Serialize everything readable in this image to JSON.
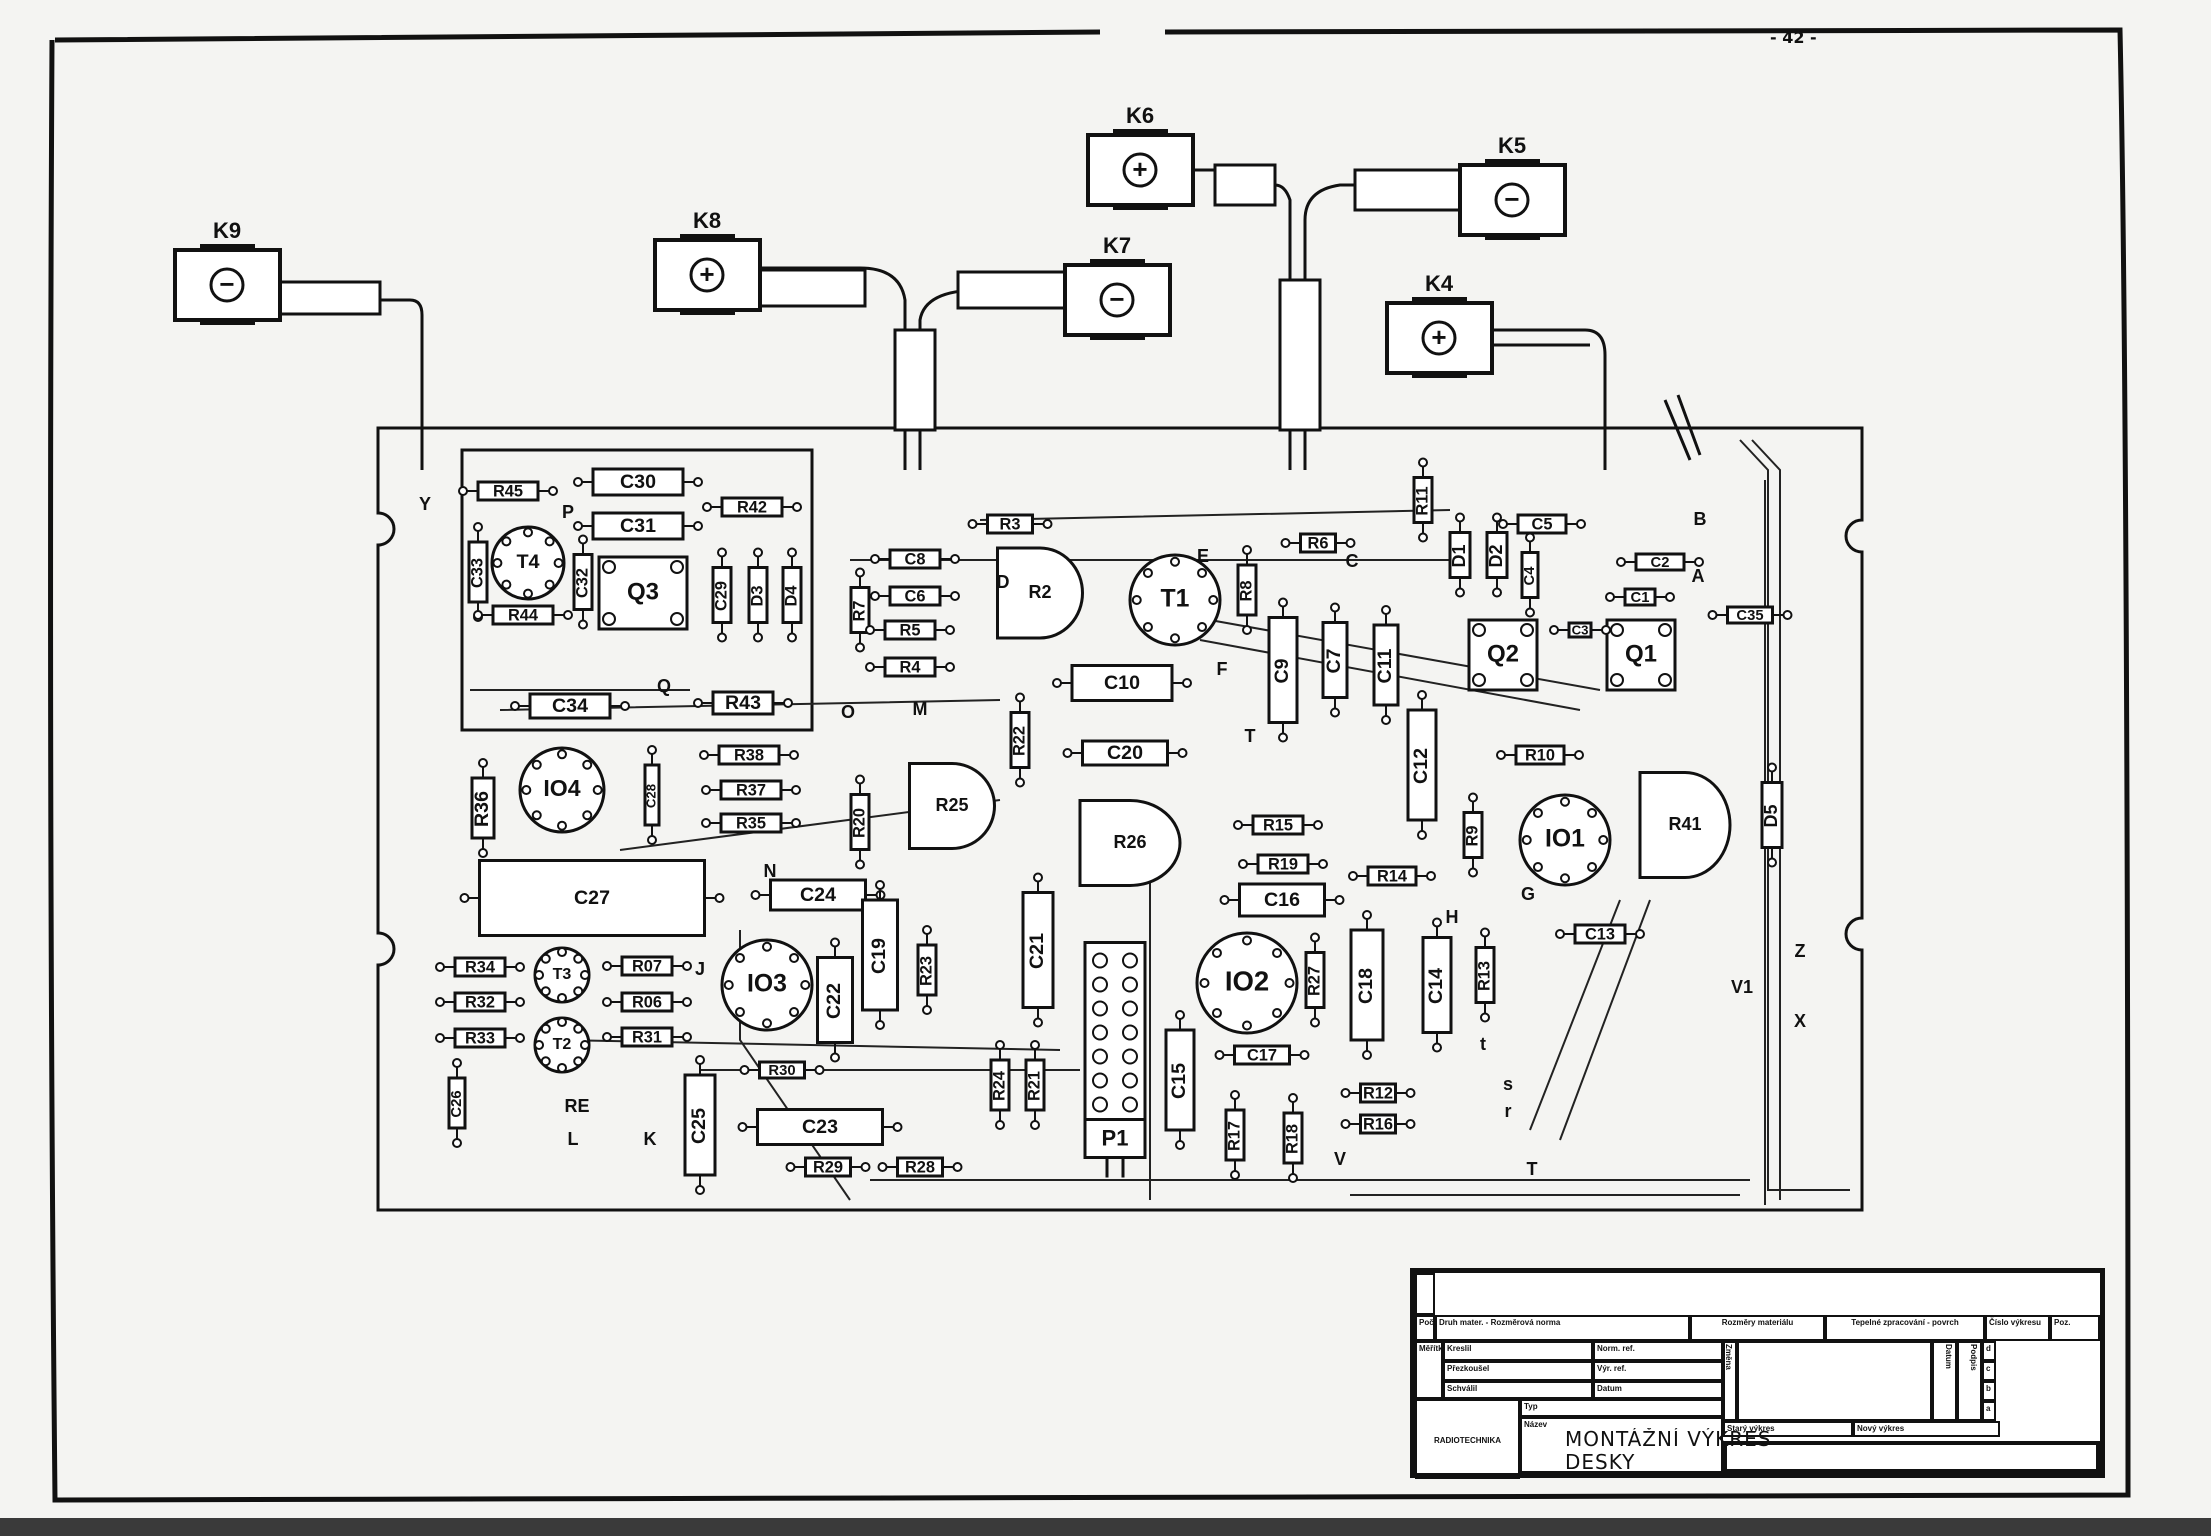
{
  "page_number": "- 42 -",
  "connectors": [
    {
      "ref": "K9",
      "symbol": "−"
    },
    {
      "ref": "K8",
      "symbol": "+"
    },
    {
      "ref": "K7",
      "symbol": "−"
    },
    {
      "ref": "K6",
      "symbol": "+"
    },
    {
      "ref": "K5",
      "symbol": "−"
    },
    {
      "ref": "K4",
      "symbol": "+"
    }
  ],
  "components": [
    "R45",
    "C30",
    "R42",
    "C31",
    "C33",
    "T4",
    "C32",
    "Q3",
    "C29",
    "D3",
    "D4",
    "R44",
    "R43",
    "C34",
    "R38",
    "R37",
    "R35",
    "C28",
    "IO4",
    "R36",
    "C27",
    "C24",
    "R34",
    "T3",
    "R07",
    "R32",
    "R06",
    "R33",
    "T2",
    "R31",
    "C26",
    "C25",
    "IO3",
    "C22",
    "C19",
    "R23",
    "C21",
    "R30",
    "C23",
    "R29",
    "R28",
    "R24",
    "R21",
    "P1",
    "C15",
    "R17",
    "R18",
    "C17",
    "IO2",
    "R27",
    "C18",
    "C16",
    "R19",
    "R15",
    "R26",
    "R25",
    "R20",
    "R22",
    "C20",
    "R3",
    "C8",
    "C6",
    "R7",
    "R5",
    "R4",
    "R2",
    "T1",
    "R8",
    "R6",
    "C9",
    "C7",
    "C11",
    "C10",
    "R11",
    "D1",
    "D2",
    "C5",
    "C4",
    "Q2",
    "Q1",
    "C3",
    "C2",
    "C1",
    "C35",
    "C12",
    "R10",
    "R9",
    "IO1",
    "R41",
    "D5",
    "R14",
    "C14",
    "R13",
    "C13",
    "R12",
    "R16"
  ],
  "points": [
    "Y",
    "P",
    "Q",
    "N",
    "J",
    "RE",
    "L",
    "K",
    "M",
    "O",
    "D",
    "E",
    "C",
    "F",
    "T",
    "A",
    "B",
    "G",
    "H",
    "t",
    "s",
    "r",
    "V",
    "T",
    "Z",
    "V1",
    "X"
  ],
  "title_block": {
    "pocet_kusu": "Počet kusů",
    "druh_materialu": "Druh mater. - Rozměrová norma",
    "rozmery_materialu": "Rozměry materiálu",
    "tepelne_zpracovani": "Tepelné zpracování - povrch",
    "cislo_vykresu": "Číslo výkresu",
    "poz": "Poz.",
    "meritko": "Měřítko",
    "kreslil": "Kreslil",
    "prezkousel": "Přezkoušel",
    "schvalil": "Schválil",
    "norm_ref": "Norm. ref.",
    "vyr_ref": "Výr. ref.",
    "datum": "Datum",
    "zmena": "Změna",
    "datum2": "Datum",
    "podpis": "Podpis",
    "rev": [
      "d",
      "c",
      "b",
      "a"
    ],
    "typ": "Typ",
    "nazev": "Název",
    "company": "RADIOTECHNIKA",
    "title_line1": "MONTÁŽNÍ VÝKRES",
    "title_line2": "DESKY",
    "stary_vykres": "Starý výkres",
    "novy_vykres": "Nový výkres"
  }
}
